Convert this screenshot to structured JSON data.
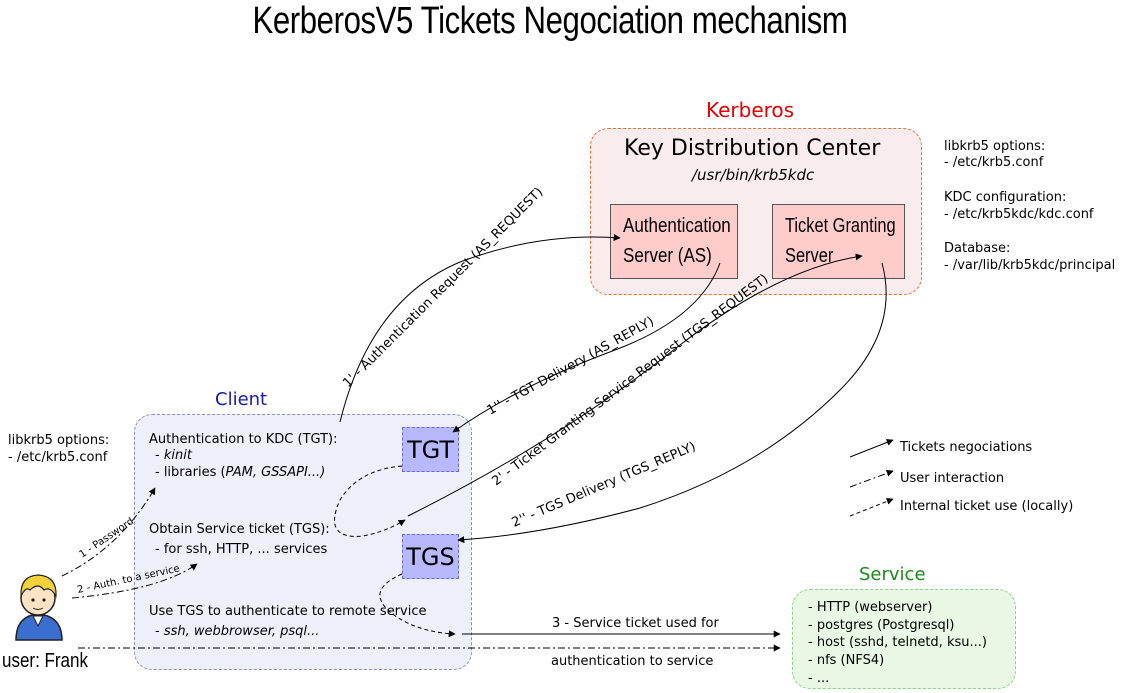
{
  "title": "KerberosV5 Tickets Negociation mechanism",
  "kerberos": {
    "label": "Kerberos",
    "kdc_title": "Key Distribution Center",
    "kdc_path": "/usr/bin/krb5kdc",
    "as_line1": "Authentication",
    "as_line2": "Server (AS)",
    "tgs_line1": "Ticket Granting",
    "tgs_line2": "Server"
  },
  "kdc_notes": [
    "libkrb5 options:",
    "- /etc/krb5.conf",
    "KDC configuration:",
    "- /etc/krb5kdc/kdc.conf",
    "Database:",
    "- /var/lib/krb5kdc/principal"
  ],
  "client": {
    "label": "Client",
    "auth_title": "Authentication to KDC (TGT):",
    "auth_item1": "kinit",
    "auth_item2_prefix": "- libraries (",
    "auth_item2_italic": "PAM, GSSAPI...)",
    "obtain_title": "Obtain Service ticket (TGS):",
    "obtain_item": "- for ssh, HTTP, ... services",
    "use_title": "Use TGS to authenticate to remote service",
    "use_item": "ssh, webbrowser, psql...",
    "tgt": "TGT",
    "tgs": "TGS"
  },
  "client_notes": [
    "libkrb5 options:",
    "- /etc/krb5.conf"
  ],
  "service": {
    "label": "Service",
    "items": [
      "- HTTP (webserver)",
      "- postgres (Postgresql)",
      "- host (sshd, telnetd, ksu...)",
      "- nfs (NFS4)",
      "- ..."
    ]
  },
  "user": {
    "label": "user: Frank"
  },
  "arrows": {
    "password": "1 - Password",
    "auth_service": "2 - Auth. to a service",
    "as_request": "1' - Authentication Request (AS_REQUEST)",
    "tgt_delivery": "1'' - TGT Delivery (AS_REPLY)",
    "tgs_request": "2' - Ticket Granting Service Request (TGS_REQUEST)",
    "tgs_delivery": "2'' - TGS Delivery (TGS_REPLY)",
    "service_ticket": "3 - Service ticket used for",
    "auth_to_service": "authentication to service"
  },
  "legend": {
    "tickets": "Tickets negociations",
    "user": "User interaction",
    "internal": "Internal ticket use (locally)"
  },
  "colors": {
    "kerberos": "#e60000",
    "client": "#1a1aa6",
    "service": "#1a8a1a"
  }
}
